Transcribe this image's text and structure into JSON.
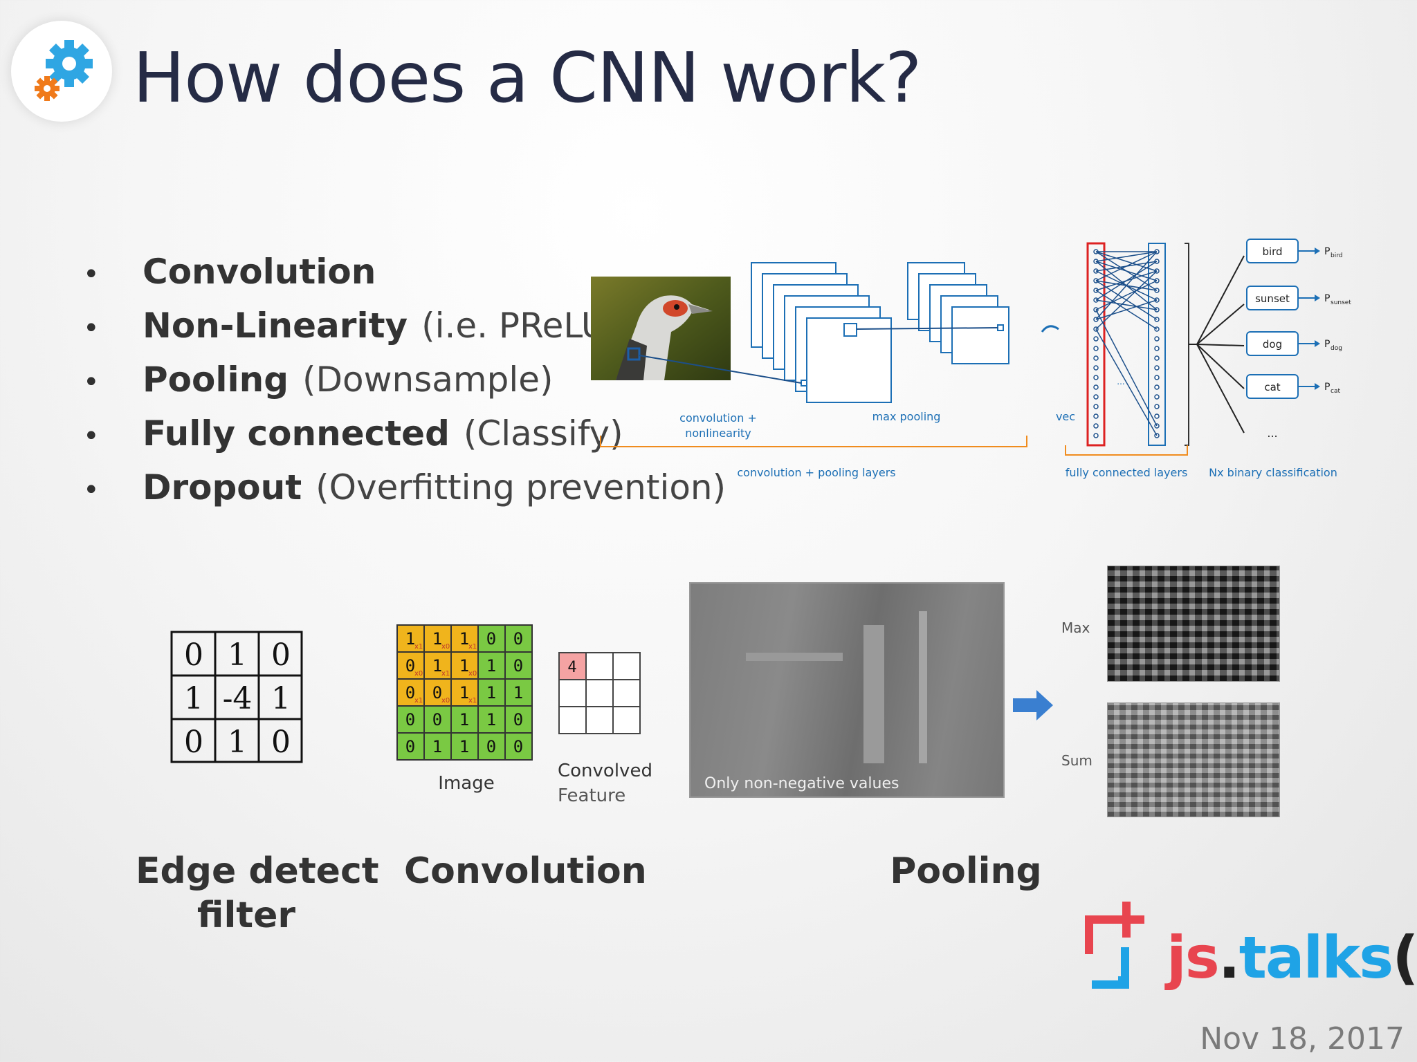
{
  "title": "How does a CNN work?",
  "bullets": [
    {
      "bold": "Convolution",
      "normal": ""
    },
    {
      "bold": "Non-Linearity",
      "normal": "(i.e. PReLU)"
    },
    {
      "bold": "Pooling",
      "normal": "(Downsample)"
    },
    {
      "bold": "Fully connected",
      "normal": "(Classify)"
    },
    {
      "bold": "Dropout",
      "normal": "(Overfitting prevention)"
    }
  ],
  "diagram": {
    "conv_label_1": "convolution +",
    "conv_label_2": "nonlinearity",
    "max_pooling": "max pooling",
    "vec": "vec",
    "conv_pool_layers": "convolution + pooling layers",
    "fc_layers": "fully connected layers",
    "nx_binary": "Nx binary classification",
    "classes": [
      "bird",
      "sunset",
      "dog",
      "cat"
    ],
    "probs": [
      "P",
      "P",
      "P",
      "P"
    ],
    "prob_subs": [
      "bird",
      "sunset",
      "dog",
      "cat"
    ],
    "ellipsis": "...",
    "ellipsis_mid": "..."
  },
  "edge_filter": {
    "cells": [
      "0",
      "1",
      "0",
      "1",
      "-4",
      "1",
      "0",
      "1",
      "0"
    ],
    "label_line1": "Edge detect",
    "label_line2": "filter"
  },
  "convolution": {
    "image_cells": [
      "1",
      "1",
      "1",
      "0",
      "0",
      "0",
      "1",
      "1",
      "1",
      "0",
      "0",
      "0",
      "1",
      "1",
      "1",
      "0",
      "0",
      "1",
      "1",
      "0",
      "0",
      "1",
      "1",
      "0",
      "0"
    ],
    "image_subs": [
      "x1",
      "x0",
      "x1",
      "",
      "",
      "x0",
      "x1",
      "x0",
      "",
      "",
      "x1",
      "x0",
      "x1",
      "",
      "",
      "",
      "",
      "",
      "",
      "",
      "",
      "",
      "",
      "",
      ""
    ],
    "feature_value": "4",
    "image_label": "Image",
    "feature_label_1": "Convolved",
    "feature_label_2": "Feature",
    "section_label": "Convolution"
  },
  "pooling": {
    "overlay_text": "Only non-negative values",
    "max_label": "Max",
    "sum_label": "Sum",
    "section_label": "Pooling"
  },
  "brand": {
    "js": "js",
    "dot": ".",
    "talks": "talks",
    "paren": "();",
    "colors": {
      "red": "#e8454f",
      "blue": "#1fa3e6",
      "dark": "#222222"
    }
  },
  "date": "Nov 18, 2017"
}
